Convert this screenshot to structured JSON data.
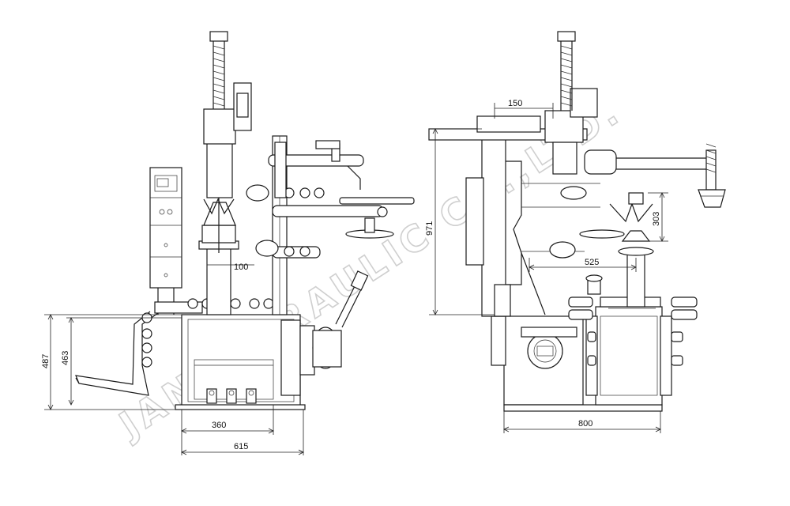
{
  "watermark": {
    "text": "JANHYDRAULIC CO.,LTD."
  },
  "front_view": {
    "dimensions": {
      "d100": "100",
      "d487": "487",
      "d463": "463",
      "d360": "360",
      "d615": "615"
    }
  },
  "side_view": {
    "dimensions": {
      "d150": "150",
      "d971": "971",
      "d303": "303",
      "d525": "525",
      "d800": "800"
    }
  }
}
